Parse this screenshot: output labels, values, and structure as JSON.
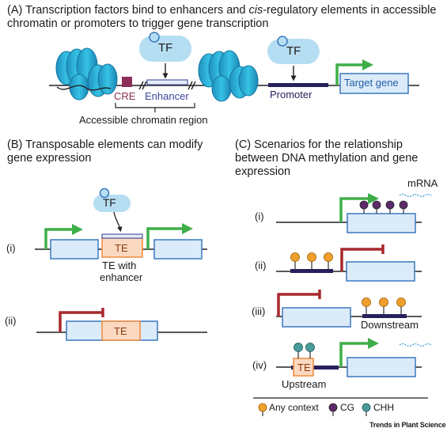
{
  "panel_a": {
    "title_line1_pre": "(A) Transcription factors bind to enhancers and ",
    "title_line1_italic": "cis",
    "title_line1_post": "-regulatory elements in accessible",
    "title_line2": "chromatin or promoters to trigger gene transcription",
    "tf_label_1": "TF",
    "tf_label_2": "TF",
    "cre_label": "CRE",
    "enhancer_label": "Enhancer",
    "accessible_label": "Accessible chromatin region",
    "promoter_label": "Promoter",
    "target_gene_label": "Target gene"
  },
  "panel_b": {
    "title_line1": "(B) Transposable elements can modify",
    "title_line2": "gene expression",
    "tf_label": "TF",
    "row_i": "(i)",
    "row_ii": "(ii)",
    "te_label_1": "TE",
    "te_label_2": "TE",
    "te_caption_1": "TE with",
    "te_caption_2": "enhancer"
  },
  "panel_c": {
    "title_line1": "(C) Scenarios for the relationship",
    "title_line2": "between DNA methylation and gene",
    "title_line3": "expression",
    "mrna_label": "mRNA",
    "row_i": "(i)",
    "row_ii": "(ii)",
    "row_iii": "(iii)",
    "row_iv": "(iv)",
    "downstream_label": "Downstream",
    "upstream_label": "Upstream",
    "te_label": "TE"
  },
  "legend": {
    "any_context": "Any context",
    "cg": "CG",
    "chh": "CHH"
  },
  "footer": "Trends in Plant Science",
  "colors": {
    "nucleosome": "#2db4d8",
    "tf_fill": "#b6def2",
    "gene_box": "#dcebf9",
    "gene_border": "#3a78bf",
    "arrow_green": "#3fae49",
    "arrow_red": "#a9282c",
    "te_fill": "#fbd9c0",
    "te_border": "#ee8a3e",
    "cre": "#8c2e5a",
    "promoter": "#26205c",
    "any_context": "#f0a02d",
    "cg": "#5e2a6b",
    "chh": "#4a9a99"
  }
}
